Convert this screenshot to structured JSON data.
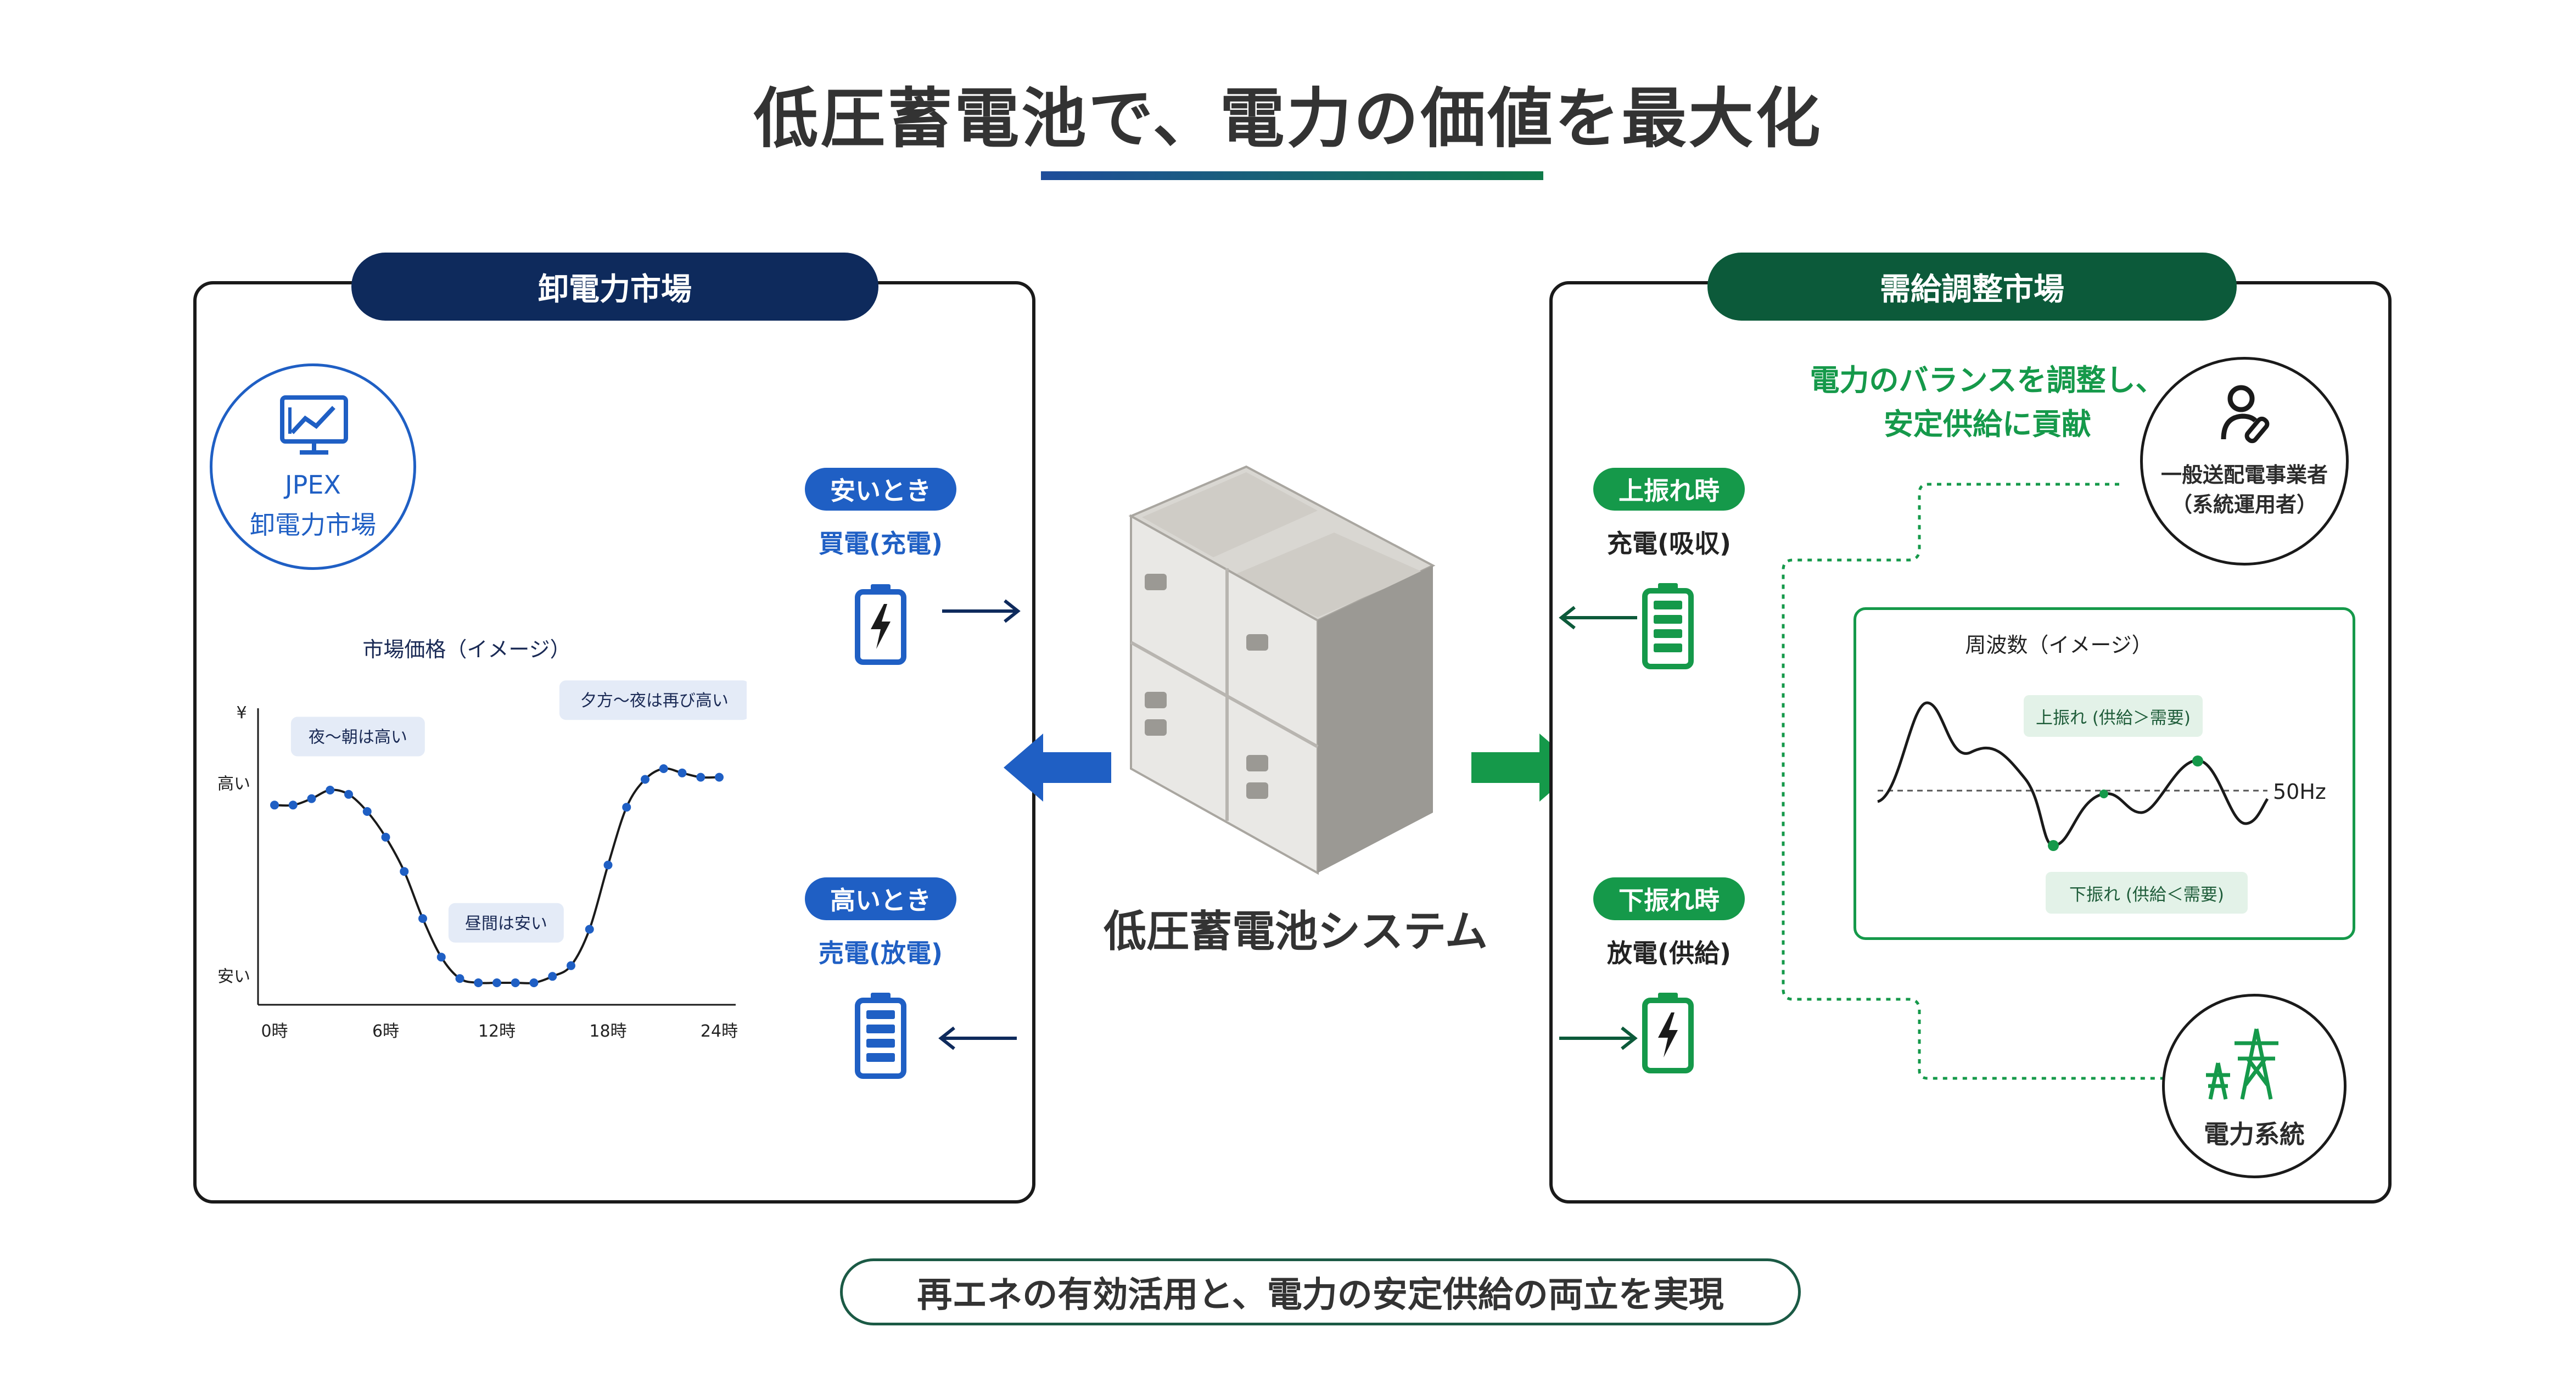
{
  "title": "低圧蓄電池で、電力の価値を最大化",
  "colors": {
    "navy": "#0e2a5c",
    "blue": "#1f5fc4",
    "green_dark": "#0c5a3a",
    "green": "#15994a"
  },
  "left": {
    "tab": "卸電力市場",
    "jpex_line1": "JPEX",
    "jpex_line2": "卸電力市場",
    "cheap_pill": "安いとき",
    "cheap_action": "買電(充電)",
    "high_pill": "高いとき",
    "high_action": "売電(放電)"
  },
  "chart_data": {
    "type": "line",
    "title": "市場価格（イメージ）",
    "ylabel": "¥",
    "x_ticks": [
      "0時",
      "6時",
      "12時",
      "18時",
      "24時"
    ],
    "y_ticks": [
      "高い",
      "安い"
    ],
    "x": [
      0,
      1,
      2,
      3,
      4,
      5,
      6,
      7,
      8,
      9,
      10,
      11,
      12,
      13,
      14,
      15,
      16,
      17,
      18,
      19,
      20,
      21,
      22,
      23,
      24
    ],
    "values": [
      0.83,
      0.83,
      0.86,
      0.9,
      0.88,
      0.8,
      0.68,
      0.52,
      0.3,
      0.12,
      0.02,
      0.0,
      0.0,
      0.0,
      0.0,
      0.03,
      0.08,
      0.25,
      0.55,
      0.82,
      0.95,
      1.0,
      0.98,
      0.96,
      0.96
    ],
    "annotations": [
      "夜〜朝は高い",
      "昼間は安い",
      "夕方〜夜は再び高い"
    ]
  },
  "center": {
    "label": "低圧蓄電池システム"
  },
  "right": {
    "tab": "需給調整市場",
    "headline1": "電力のバランスを調整し、",
    "headline2": "安定供給に貢献",
    "up_pill": "上振れ時",
    "up_action": "充電(吸収)",
    "down_pill": "下振れ時",
    "down_action": "放電(供給)",
    "operator_line1": "一般送配電事業者",
    "operator_line2": "（系統運用者）",
    "grid_label": "電力系統",
    "freq_title": "周波数（イメージ）",
    "freq_up": "上振れ (供給＞需要)",
    "freq_down": "下振れ (供給＜需要)",
    "freq_ref": "50Hz"
  },
  "bottom": "再エネの有効活用と、電力の安定供給の両立を実現"
}
